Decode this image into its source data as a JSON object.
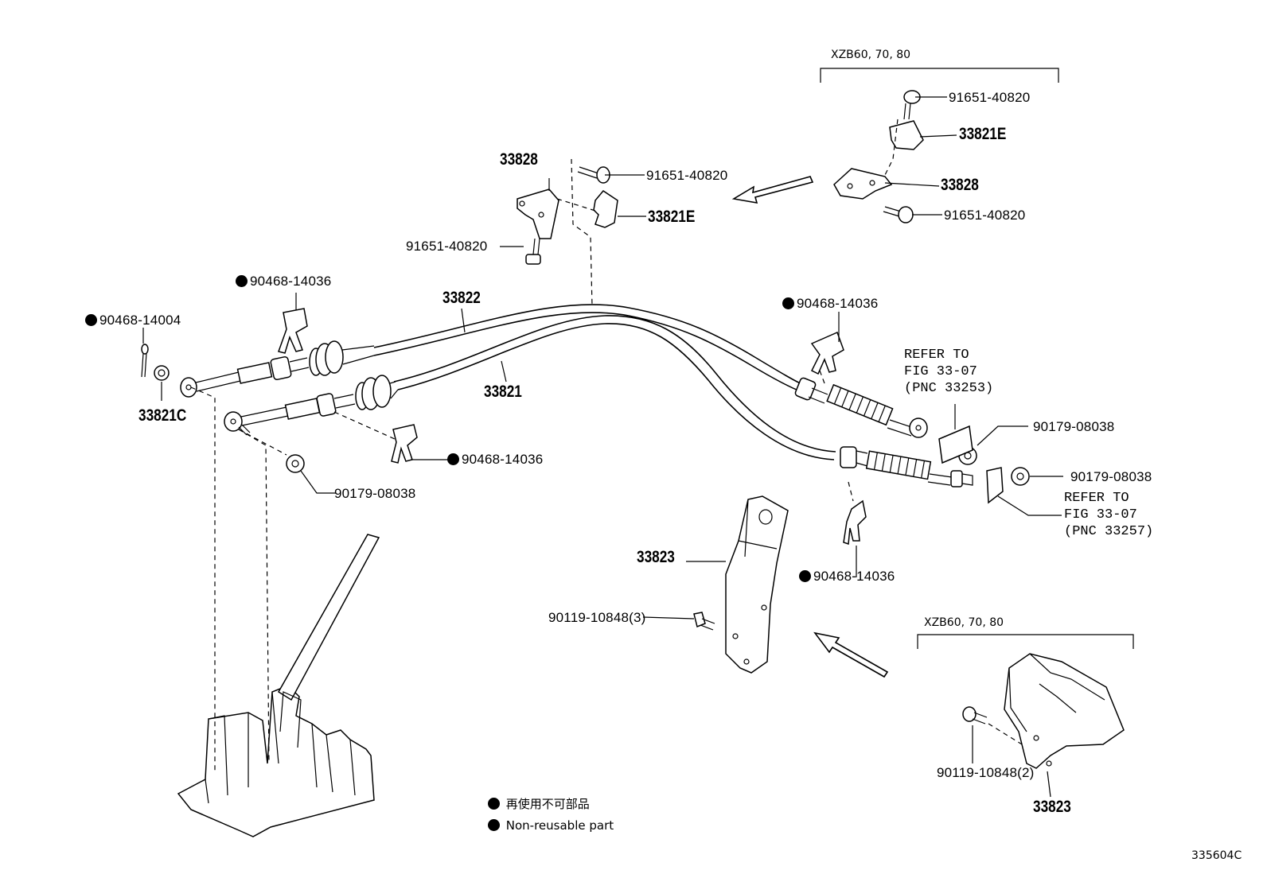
{
  "labels": {
    "variant_top": "XZB60, 70, 80",
    "variant_bottom": "XZB60, 70, 80",
    "bolt_a": "91651-40820",
    "bracket_e_top": "33821E",
    "bracket_top_right": "33828",
    "bolt_b": "91651-40820",
    "bracket_left": "33828",
    "bolt_c": "91651-40820",
    "bracket_e_left": "33821E",
    "bolt_d": "91651-40820",
    "clip_a": "90468-14036",
    "pin_a": "90468-14004",
    "cable_33822": "33822",
    "cable_33821": "33821",
    "washer_33821c": "33821C",
    "clip_b": "90468-14036",
    "nut_a": "90179-08038",
    "clip_c": "90468-14036",
    "refer_1": "REFER TO\nFIG 33-07\n(PNC 33253)",
    "nut_b": "90179-08038",
    "nut_c": "90179-08038",
    "refer_2": "REFER TO\nFIG 33-07\n(PNC 33257)",
    "retainer_a": "33823",
    "clip_d": "90468-14036",
    "bolt_e": "90119-10848(3)",
    "bolt_f": "90119-10848(2)",
    "retainer_b": "33823",
    "figure_code": "335604C"
  },
  "legend": {
    "jp": "再使用不可部品",
    "en": "Non-reusable part"
  },
  "non_reusable_marker": "filled-circle"
}
